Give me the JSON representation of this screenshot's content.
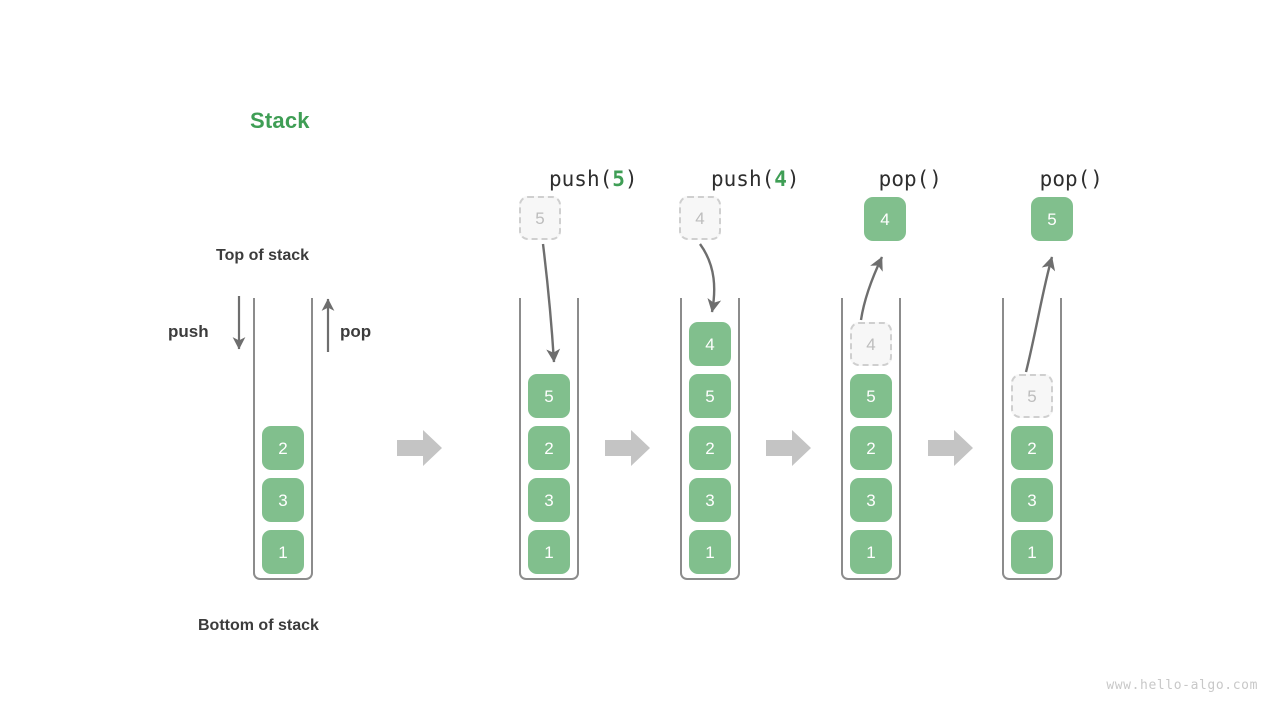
{
  "figure": {
    "title": "Stack",
    "title_color": "#3f9e55",
    "watermark": "www.hello-algo.com",
    "cell_fill": "#81bf8d",
    "ghost_fill": "#f7f7f7",
    "ghost_border": "#cfcfcf",
    "flow_arrow_color": "#c4c4c4",
    "tube_color": "#8c8c8c",
    "thin_arrow_color": "#6e6e6e"
  },
  "legend_labels": {
    "top_of_stack": "Top of stack",
    "bottom_of_stack": "Bottom of stack",
    "push": "push",
    "pop": "pop"
  },
  "initial_stack": {
    "cells": [
      "2",
      "3",
      "1"
    ]
  },
  "steps": [
    {
      "header_prefix": "push(",
      "header_arg": "5",
      "header_suffix": ")",
      "incoming_ghost": "5",
      "outgoing_value": "",
      "cells": [
        {
          "value": "5",
          "state": "solid"
        },
        {
          "value": "2",
          "state": "solid"
        },
        {
          "value": "3",
          "state": "solid"
        },
        {
          "value": "1",
          "state": "solid"
        }
      ]
    },
    {
      "header_prefix": "push(",
      "header_arg": "4",
      "header_suffix": ")",
      "incoming_ghost": "4",
      "outgoing_value": "",
      "cells": [
        {
          "value": "4",
          "state": "solid"
        },
        {
          "value": "5",
          "state": "solid"
        },
        {
          "value": "2",
          "state": "solid"
        },
        {
          "value": "3",
          "state": "solid"
        },
        {
          "value": "1",
          "state": "solid"
        }
      ]
    },
    {
      "header_prefix": "pop(",
      "header_arg": "",
      "header_suffix": ")",
      "incoming_ghost": "",
      "outgoing_value": "4",
      "cells": [
        {
          "value": "4",
          "state": "ghost"
        },
        {
          "value": "5",
          "state": "solid"
        },
        {
          "value": "2",
          "state": "solid"
        },
        {
          "value": "3",
          "state": "solid"
        },
        {
          "value": "1",
          "state": "solid"
        }
      ]
    },
    {
      "header_prefix": "pop(",
      "header_arg": "",
      "header_suffix": ")",
      "incoming_ghost": "",
      "outgoing_value": "5",
      "cells": [
        {
          "value": "",
          "state": "empty"
        },
        {
          "value": "5",
          "state": "ghost"
        },
        {
          "value": "2",
          "state": "solid"
        },
        {
          "value": "3",
          "state": "solid"
        },
        {
          "value": "1",
          "state": "solid"
        }
      ]
    }
  ]
}
